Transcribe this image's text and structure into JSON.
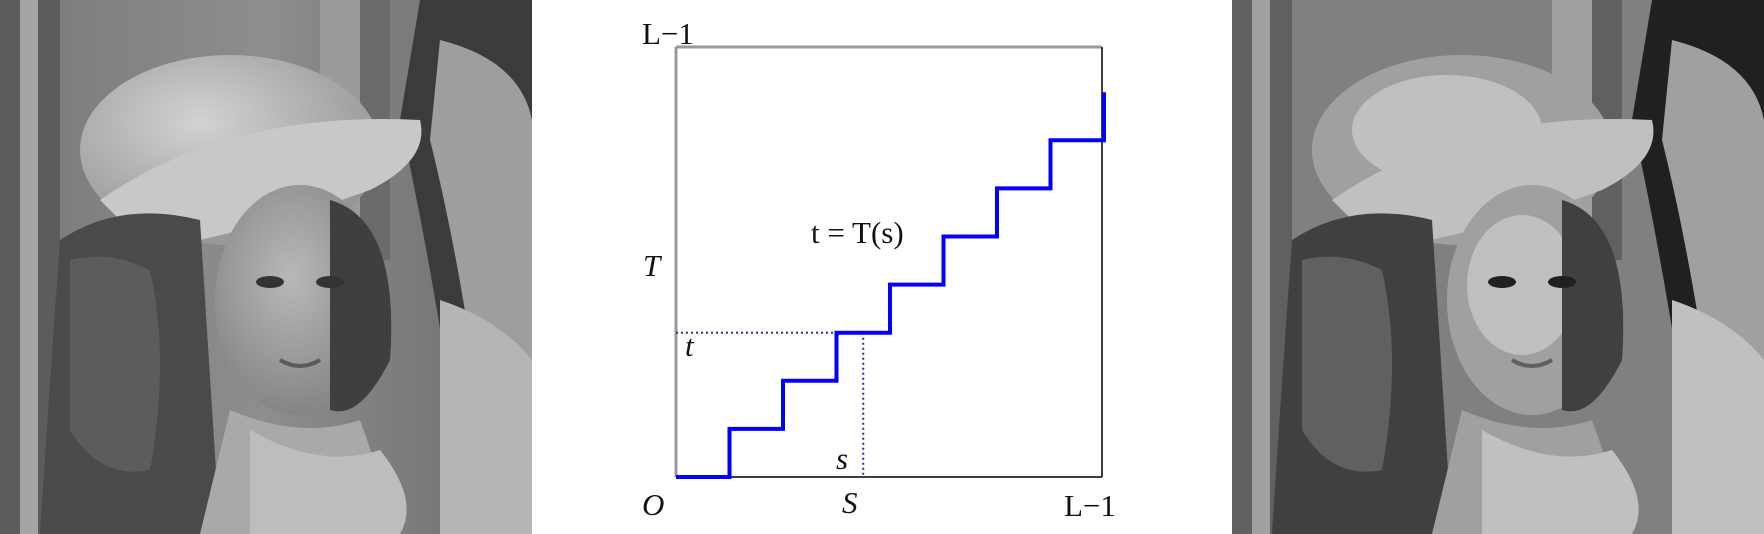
{
  "panels": {
    "original_image": {
      "kind": "photograph",
      "tone": "grayscale"
    },
    "transform_diagram": {
      "labels": {
        "top_left": "L−1",
        "mid_left": "T",
        "level_t": "t",
        "origin": "O",
        "s_axis": "S",
        "bottom_right": "L−1",
        "input_value": "s",
        "function": "t = T(s)"
      },
      "staircase": {
        "levels": 8,
        "steps": [
          {
            "s_start": 0,
            "s_end": 1,
            "t": 0
          },
          {
            "s_start": 1,
            "s_end": 2,
            "t": 1
          },
          {
            "s_start": 2,
            "s_end": 3,
            "t": 2
          },
          {
            "s_start": 3,
            "s_end": 4,
            "t": 3
          },
          {
            "s_start": 4,
            "s_end": 5,
            "t": 4
          },
          {
            "s_start": 5,
            "s_end": 6,
            "t": 5
          },
          {
            "s_start": 6,
            "s_end": 7,
            "t": 6
          },
          {
            "s_start": 7,
            "s_end": 8,
            "t": 7
          }
        ],
        "highlighted_input": 3.5,
        "highlighted_output": 3
      },
      "colors": {
        "curve": "#0000ff",
        "guide": "#2a2aa8",
        "frame": "#999999",
        "axis": "#000000"
      }
    },
    "quantized_image": {
      "kind": "photograph",
      "tone": "posterized grayscale",
      "levels": 8
    }
  }
}
